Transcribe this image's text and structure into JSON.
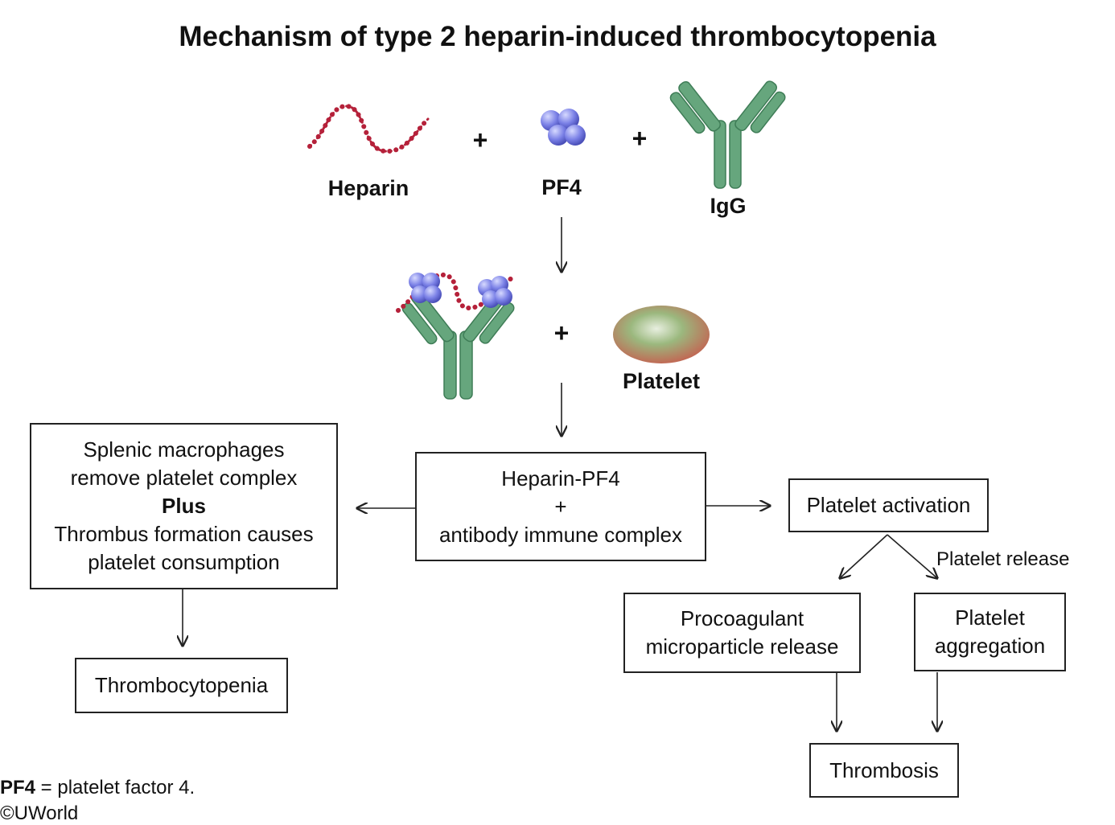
{
  "title": "Mechanism of type 2 heparin-induced thrombocytopenia",
  "components": {
    "heparin": "Heparin",
    "pf4": "PF4",
    "igg": "IgG",
    "platelet": "Platelet",
    "plus": "+"
  },
  "boxes": {
    "complex": {
      "line1": "Heparin-PF4",
      "line2": "+",
      "line3": "antibody immune complex"
    },
    "splenic": {
      "line1": "Splenic macrophages",
      "line2": "remove platelet complex",
      "line3": "Plus",
      "line4": "Thrombus formation causes",
      "line5": "platelet consumption"
    },
    "thrombocytopenia": "Thrombocytopenia",
    "activation": "Platelet activation",
    "release_label": "Platelet release",
    "procoagulant": {
      "line1": "Procoagulant",
      "line2": "microparticle release"
    },
    "aggregation": {
      "line1": "Platelet",
      "line2": "aggregation"
    },
    "thrombosis": "Thrombosis"
  },
  "footnote": {
    "abbr": "PF4",
    "definition": " = platelet factor 4.",
    "copyright": "©UWorld"
  },
  "colors": {
    "heparin_beads": "#b5213a",
    "pf4": "#6a6fd8",
    "antibody": "#5f9e76",
    "platelet": "#c47b5e"
  }
}
